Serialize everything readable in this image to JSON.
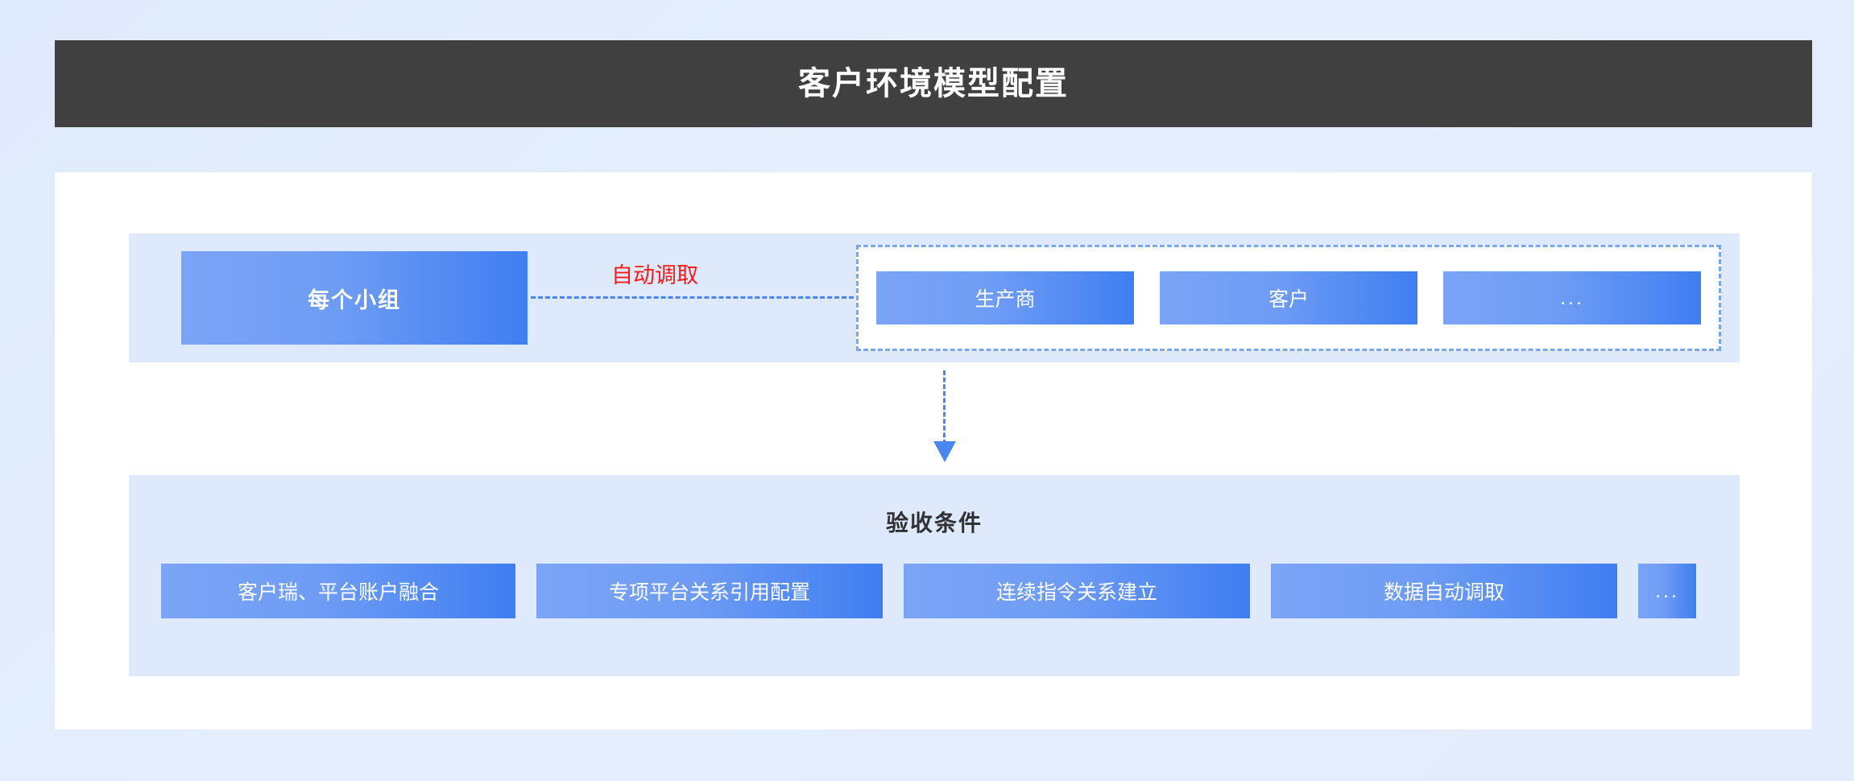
{
  "header": {
    "title": "客户环境模型配置",
    "background_color": "#404040",
    "text_color": "#ffffff"
  },
  "theme": {
    "page_background": "#e2ecfd",
    "card_background": "#ffffff",
    "panel_background": "#dfe9fc",
    "box_gradient_from": "#7ba4f6",
    "box_gradient_to": "#3f7ef1",
    "arrow_color": "#4a86f2",
    "accent_red": "#f81c1c",
    "dashed_border_color": "#7aa7f4"
  },
  "upper_section": {
    "source_box": {
      "label": "每个小组"
    },
    "flow_arrow": {
      "label": "自动调取",
      "direction": "right",
      "style": "dashed"
    },
    "entity_group": {
      "border_style": "dashed",
      "items": [
        {
          "label": "生产商"
        },
        {
          "label": "客户"
        },
        {
          "label": "..."
        }
      ]
    }
  },
  "connector": {
    "direction": "down",
    "style": "dashed"
  },
  "lower_section": {
    "title": "验收条件",
    "conditions": [
      {
        "label": "客户瑞、平台账户融合"
      },
      {
        "label": "专项平台关系引用配置"
      },
      {
        "label": "连续指令关系建立"
      },
      {
        "label": "数据自动调取"
      },
      {
        "label": "..."
      }
    ]
  }
}
